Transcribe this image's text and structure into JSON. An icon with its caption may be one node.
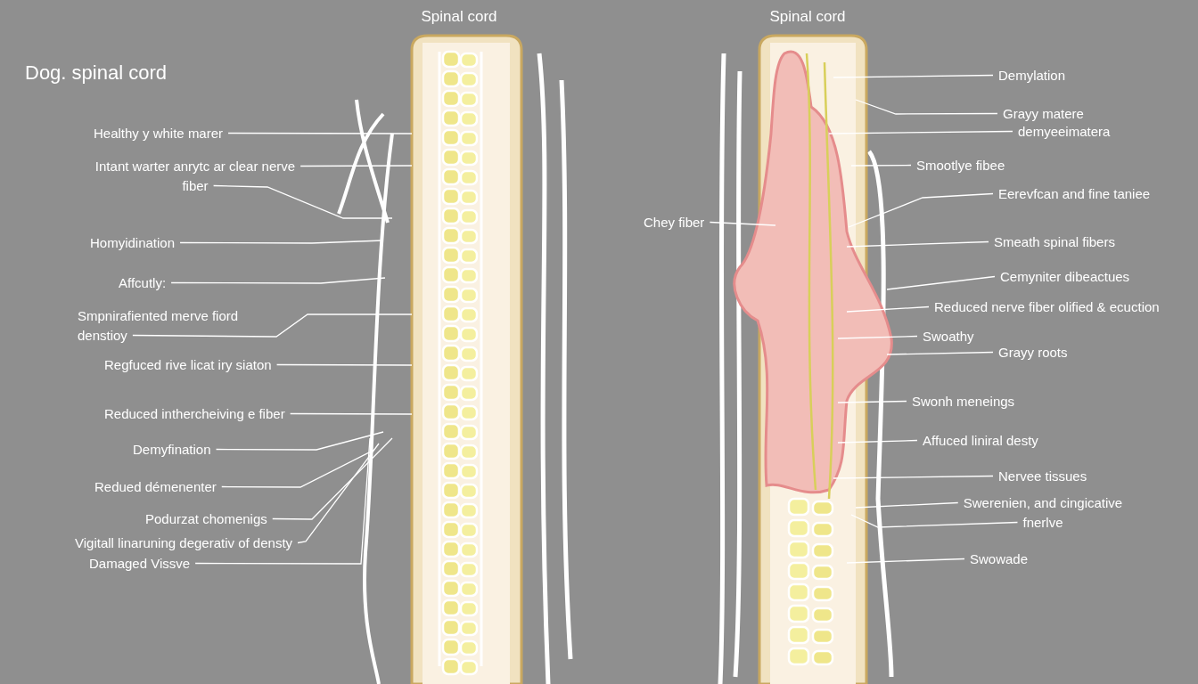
{
  "diagram": {
    "title": "Dog. spinal cord",
    "nodes": [
      {
        "text": [
          "Spinal cord"
        ]
      },
      {
        "text": [
          "Healthy y white marer"
        ]
      },
      {
        "text": [
          "Intant warter anrytc ar clear nerve fiber"
        ]
      },
      {
        "text": [
          "Homyidination"
        ]
      },
      {
        "text": [
          "Affcutly:"
        ]
      },
      {
        "text": [
          "Smpnirafiented merve fiord denstioy"
        ]
      },
      {
        "text": [
          "Regfuced rive licat iry siaton"
        ]
      },
      {
        "text": [
          "Reduced inthercheiving e fiber"
        ]
      },
      {
        "text": [
          "Demyfination"
        ]
      },
      {
        "text": [
          "Redued démenenter"
        ]
      },
      {
        "text": [
          "Podurzat chomenigs"
        ]
      },
      {
        "text": [
          "Vigitall linaruning degerativ of densty"
        ]
      },
      {
        "text": [
          "Damaged Vissve"
        ]
      },
      {
        "text": [
          "Spinal cord"
        ]
      },
      {
        "text": [
          "Demylation"
        ]
      },
      {
        "text": [
          "Grayy matere"
        ]
      },
      {
        "text": [
          "demyeeimatera"
        ]
      },
      {
        "text": [
          "Smootlye fibee"
        ]
      },
      {
        "text": [
          "Eerevfcan and fine taniee"
        ]
      },
      {
        "text": [
          "Chey fiber"
        ]
      },
      {
        "text": [
          "Smeath spinal fibers"
        ]
      },
      {
        "text": [
          "Cemyniter dibeactues"
        ]
      },
      {
        "text": [
          "Reduced nerve fiber olified & ecuction"
        ]
      },
      {
        "text": [
          "Swoathy"
        ]
      },
      {
        "text": [
          "Grayy roots"
        ]
      },
      {
        "text": [
          "Swonh meneings"
        ]
      },
      {
        "text": [
          "Affuced liniral desty"
        ]
      },
      {
        "text": [
          "Nervee tissues"
        ]
      },
      {
        "text": [
          "Swerenien, and cingicative fnerlve"
        ]
      },
      {
        "text": [
          "Swowade"
        ]
      }
    ],
    "edges": [
      {
        "from": 1,
        "to": 0,
        "arrow": "none"
      },
      {
        "from": 2,
        "to": 0,
        "arrow": "none"
      },
      {
        "from": 2,
        "to": 0,
        "arrow": "none"
      },
      {
        "from": 3,
        "to": 0,
        "arrow": "none"
      },
      {
        "from": 4,
        "to": 0,
        "arrow": "none"
      },
      {
        "from": 5,
        "to": 0,
        "arrow": "none"
      },
      {
        "from": 6,
        "to": 0,
        "arrow": "none"
      },
      {
        "from": 7,
        "to": 0,
        "arrow": "none"
      },
      {
        "from": 8,
        "to": 0,
        "arrow": "none"
      },
      {
        "from": 9,
        "to": 0,
        "arrow": "none"
      },
      {
        "from": 10,
        "to": 0,
        "arrow": "none"
      },
      {
        "from": 11,
        "to": 0,
        "arrow": "none"
      },
      {
        "from": 12,
        "to": 0,
        "arrow": "none"
      },
      {
        "from": 14,
        "to": 13,
        "arrow": "none"
      },
      {
        "from": 15,
        "to": 13,
        "arrow": "none"
      },
      {
        "from": 16,
        "to": 13,
        "arrow": "none"
      },
      {
        "from": 17,
        "to": 13,
        "arrow": "none"
      },
      {
        "from": 18,
        "to": 13,
        "arrow": "none"
      },
      {
        "from": 19,
        "to": 13,
        "arrow": "none"
      },
      {
        "from": 20,
        "to": 13,
        "arrow": "none"
      },
      {
        "from": 21,
        "to": 13,
        "arrow": "none"
      },
      {
        "from": 22,
        "to": 13,
        "arrow": "none"
      },
      {
        "from": 23,
        "to": 13,
        "arrow": "none"
      },
      {
        "from": 24,
        "to": 13,
        "arrow": "none"
      },
      {
        "from": 25,
        "to": 13,
        "arrow": "none"
      },
      {
        "from": 26,
        "to": 13,
        "arrow": "none"
      },
      {
        "from": 27,
        "to": 13,
        "arrow": "none"
      },
      {
        "from": 28,
        "to": 13,
        "arrow": "none"
      },
      {
        "from": 28,
        "to": 13,
        "arrow": "none"
      },
      {
        "from": 29,
        "to": 13,
        "arrow": "none"
      }
    ]
  }
}
